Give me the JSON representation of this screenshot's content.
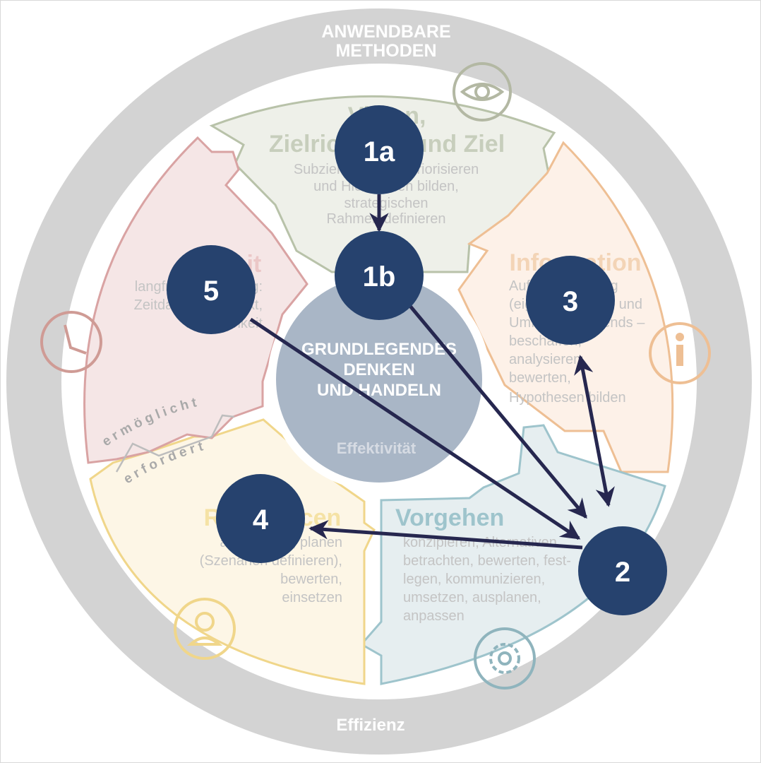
{
  "ring": {
    "top_label_line1": "ANWENDBARE",
    "top_label_line2": "METHODEN",
    "bottom_label": "Effizienz"
  },
  "core": {
    "title_line1": "GRUNDLEGENDES",
    "title_line2": "DENKEN",
    "title_line3": "UND HANDELN",
    "subtitle": "Effektivität"
  },
  "connectors": {
    "enables": "ermöglicht",
    "requires": "erfordert"
  },
  "segments": {
    "vision": {
      "title_line1": "Vision,",
      "title_line2": "Zielrichtung und Ziel",
      "desc": [
        "Subziele ableiten, priorisieren",
        "und Hierarchien bilden,",
        "strategischen",
        "Rahmen definieren"
      ],
      "icon": "eye-icon",
      "color": "#b8c2a9"
    },
    "information": {
      "title": "Information",
      "desc": [
        "Aufgabenstellung",
        "(eigene Situation und",
        "Umfeld) und Trends –",
        "beschaffen,",
        "analysieren,",
        "bewerten,",
        "Hypothesen bilden"
      ],
      "icon": "info-icon",
      "color": "#eebf94"
    },
    "vorgehen": {
      "title": "Vorgehen",
      "desc": [
        "konzipieren, Alternativen",
        "betrachten, bewerten, fest-",
        "legen, kommunizieren,",
        "umsetzen, ausplanen,",
        "anpassen"
      ],
      "icon": "gear-icon",
      "color": "#9ec4cc"
    },
    "ressourcen": {
      "title": "Ressourcen",
      "desc": [
        "analysieren, planen",
        "(Szenarien definieren),",
        "bewerten,",
        "einsetzen"
      ],
      "icon": "person-icon",
      "color": "#f0d68a"
    },
    "zeit": {
      "title": "Zeit",
      "desc": [
        "langfristige Planung:",
        "Zeitdauer, Zeitpunkt,",
        "Dringlichkeit"
      ],
      "icon": "clock-icon",
      "color": "#d9a3a3"
    }
  },
  "nodes": [
    "1a",
    "1b",
    "2",
    "3",
    "4",
    "5"
  ],
  "colors": {
    "outer_ring": "#d3d3d3",
    "core": "#a9b6c6",
    "node": "#26426e",
    "arrow": "#26274f"
  }
}
